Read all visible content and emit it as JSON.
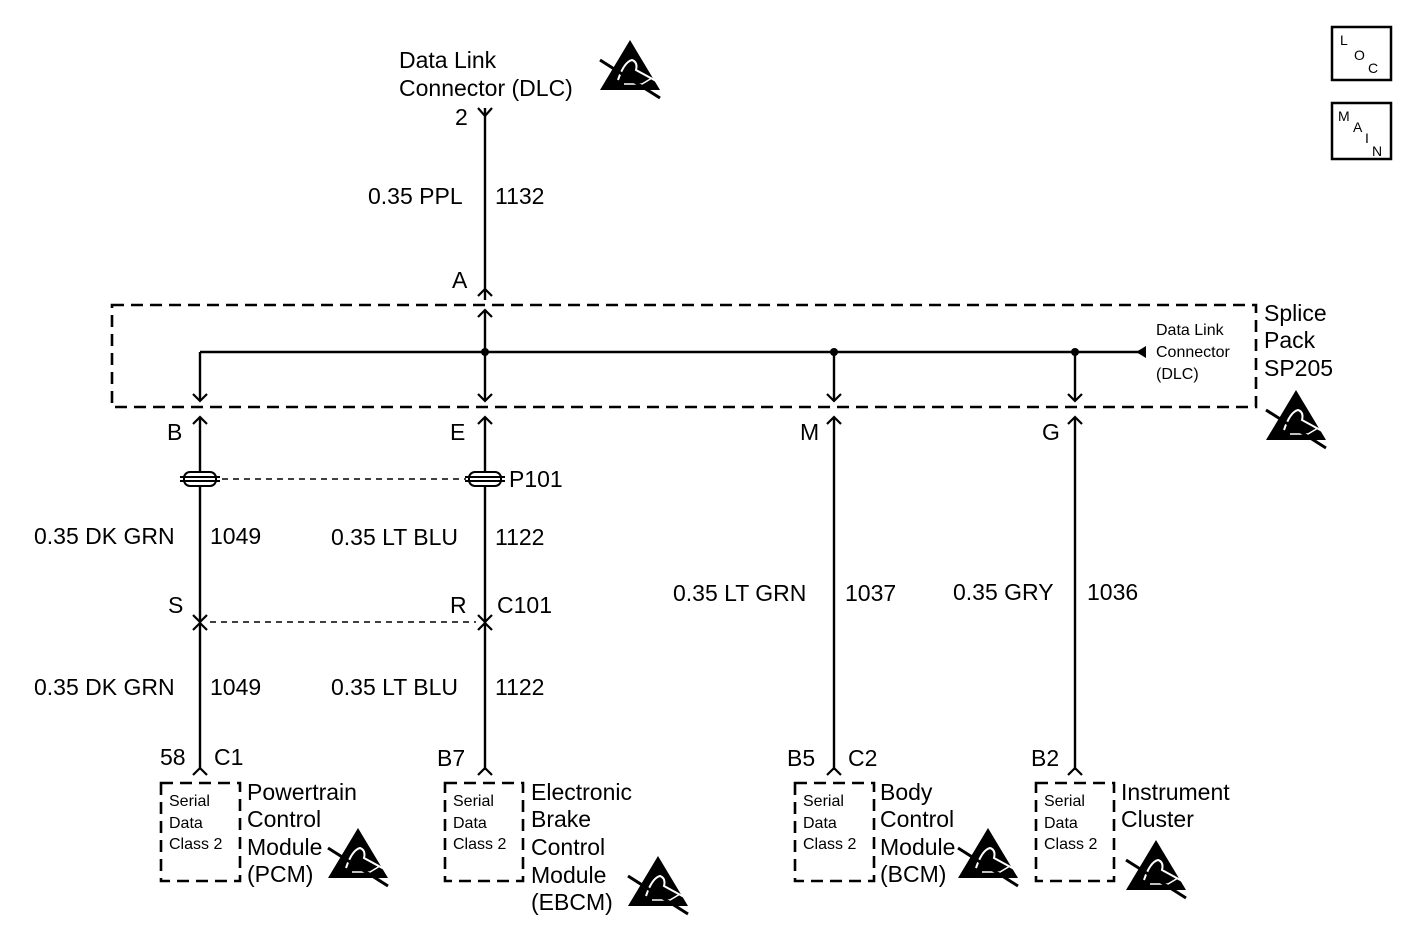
{
  "nav": {
    "loc": [
      "L",
      "O",
      "C"
    ],
    "main": [
      "M",
      "A",
      "I",
      "N"
    ]
  },
  "dlc": {
    "title_line1": "Data Link",
    "title_line2": "Connector (DLC)",
    "pin": "2"
  },
  "top_wire": {
    "gauge_color": "0.35 PPL",
    "circuit": "1132"
  },
  "splice": {
    "pin_a": "A",
    "name_line1": "Splice",
    "name_line2": "Pack",
    "name_line3": "SP205",
    "dlc_label_line1": "Data Link",
    "dlc_label_line2": "Connector",
    "dlc_label_line3": "(DLC)",
    "pins": {
      "b": "B",
      "e": "E",
      "m": "M",
      "g": "G"
    }
  },
  "connectors": {
    "p101": "P101",
    "c101": "C101",
    "pin_s": "S",
    "pin_r": "R"
  },
  "wires": {
    "pcm_upper": {
      "gauge_color": "0.35 DK GRN",
      "circuit": "1049"
    },
    "ebcm_upper": {
      "gauge_color": "0.35 LT BLU",
      "circuit": "1122"
    },
    "pcm_lower": {
      "gauge_color": "0.35 DK GRN",
      "circuit": "1049"
    },
    "ebcm_lower": {
      "gauge_color": "0.35 LT BLU",
      "circuit": "1122"
    },
    "bcm": {
      "gauge_color": "0.35 LT GRN",
      "circuit": "1037"
    },
    "ipc": {
      "gauge_color": "0.35 GRY",
      "circuit": "1036"
    }
  },
  "modules": {
    "pcm": {
      "pin": "58",
      "connector": "C1",
      "box": [
        "Serial",
        "Data",
        "Class 2"
      ],
      "name": [
        "Powertrain",
        "Control",
        "Module",
        "(PCM)"
      ]
    },
    "ebcm": {
      "pin": "B7",
      "box": [
        "Serial",
        "Data",
        "Class 2"
      ],
      "name": [
        "Electronic",
        "Brake",
        "Control",
        "Module",
        "(EBCM)"
      ]
    },
    "bcm": {
      "pin": "B5",
      "connector": "C2",
      "box": [
        "Serial",
        "Data",
        "Class 2"
      ],
      "name": [
        "Body",
        "Control",
        "Module",
        "(BCM)"
      ]
    },
    "ipc": {
      "pin": "B2",
      "box": [
        "Serial",
        "Data",
        "Class 2"
      ],
      "name": [
        "Instrument",
        "Cluster"
      ]
    }
  }
}
